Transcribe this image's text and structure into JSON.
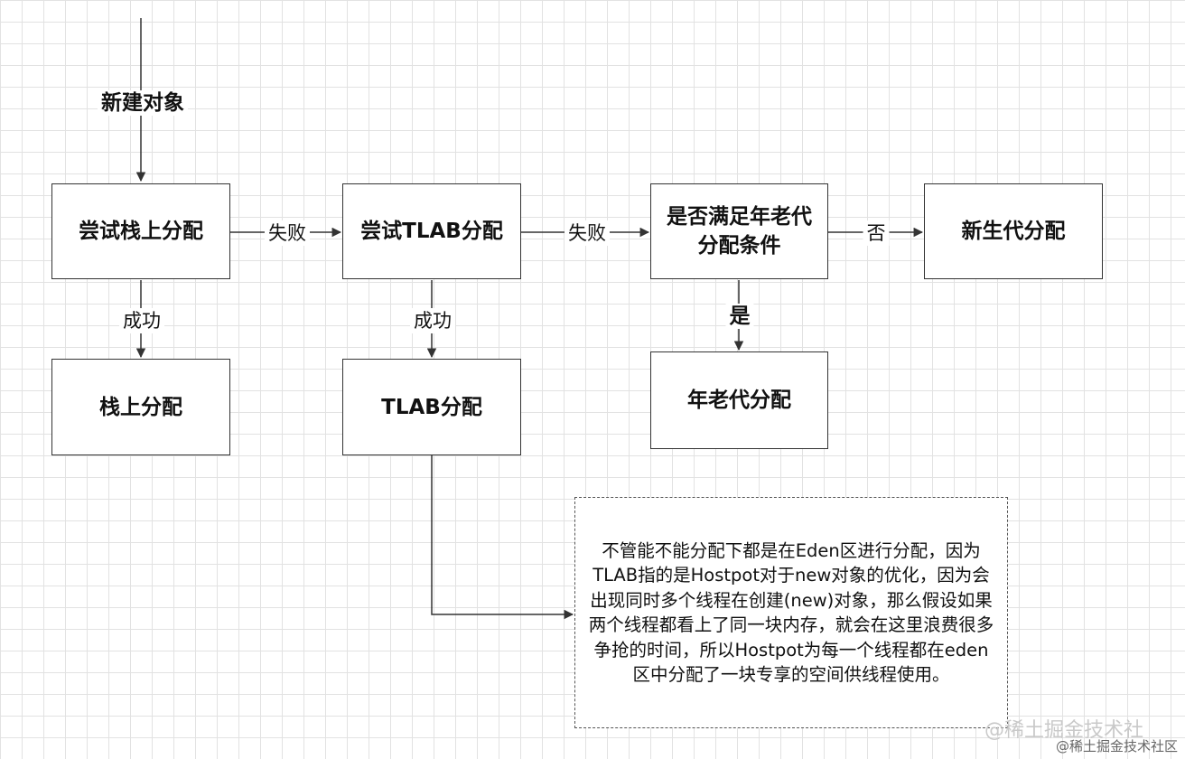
{
  "diagram": {
    "entry_label": "新建对象",
    "nodes": {
      "try_stack": "尝试栈上分配",
      "try_tlab": "尝试TLAB分配",
      "old_gen_check": "是否满足年老代分配条件",
      "young_gen": "新生代分配",
      "stack_alloc": "栈上分配",
      "tlab_alloc": "TLAB分配",
      "old_gen": "年老代分配"
    },
    "edges": {
      "stack_fail": "失败",
      "tlab_fail": "失败",
      "old_no": "否",
      "stack_success": "成功",
      "tlab_success": "成功",
      "old_yes": "是"
    },
    "note": "不管能不能分配下都是在Eden区进行分配，因为TLAB指的是Hostpot对于new对象的优化，因为会出现同时多个线程在创建(new)对象，那么假设如果两个线程都看上了同一块内存，就会在这里浪费很多争抢的时间，所以Hostpot为每一个线程都在eden区中分配了一块专享的空间供线程使用。"
  },
  "watermark": {
    "faded": "@稀土掘金技术社",
    "text": "@稀土掘金技术社区"
  },
  "colors": {
    "stroke": "#333333",
    "grid": "#e2e2e2",
    "background": "#ffffff"
  }
}
